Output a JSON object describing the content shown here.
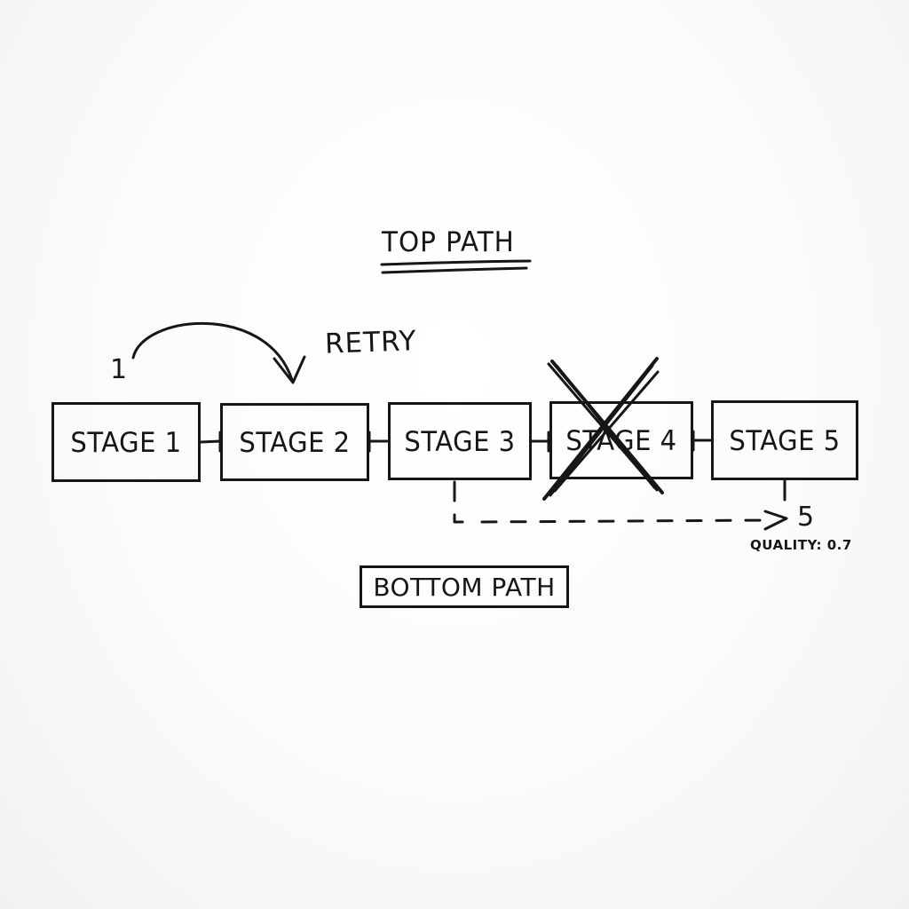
{
  "diagram": {
    "title": "TOP PATH",
    "bottom_label": "BOTTOM PATH",
    "stages": [
      {
        "id": 1,
        "label": "STAGE 1",
        "crossed_out": false
      },
      {
        "id": 2,
        "label": "STAGE 2",
        "crossed_out": false
      },
      {
        "id": 3,
        "label": "STAGE 3",
        "crossed_out": false
      },
      {
        "id": 4,
        "label": "STAGE 4",
        "crossed_out": true
      },
      {
        "id": 5,
        "label": "STAGE 5",
        "crossed_out": false
      }
    ],
    "retry": {
      "label": "RETRY",
      "from_label": "1",
      "from_stage": 1,
      "to_stage": 2
    },
    "bypass": {
      "from_stage": 3,
      "to_label": "5",
      "style": "dashed",
      "annotation": "QUALITY: 0.7"
    }
  },
  "colors": {
    "ink": "#161616",
    "background": "#ffffff"
  },
  "icons": {
    "retry_arrow": "curved-arrow-icon",
    "cross_mark": "x-mark-icon",
    "bypass_arrow": "dashed-arrow-icon"
  }
}
